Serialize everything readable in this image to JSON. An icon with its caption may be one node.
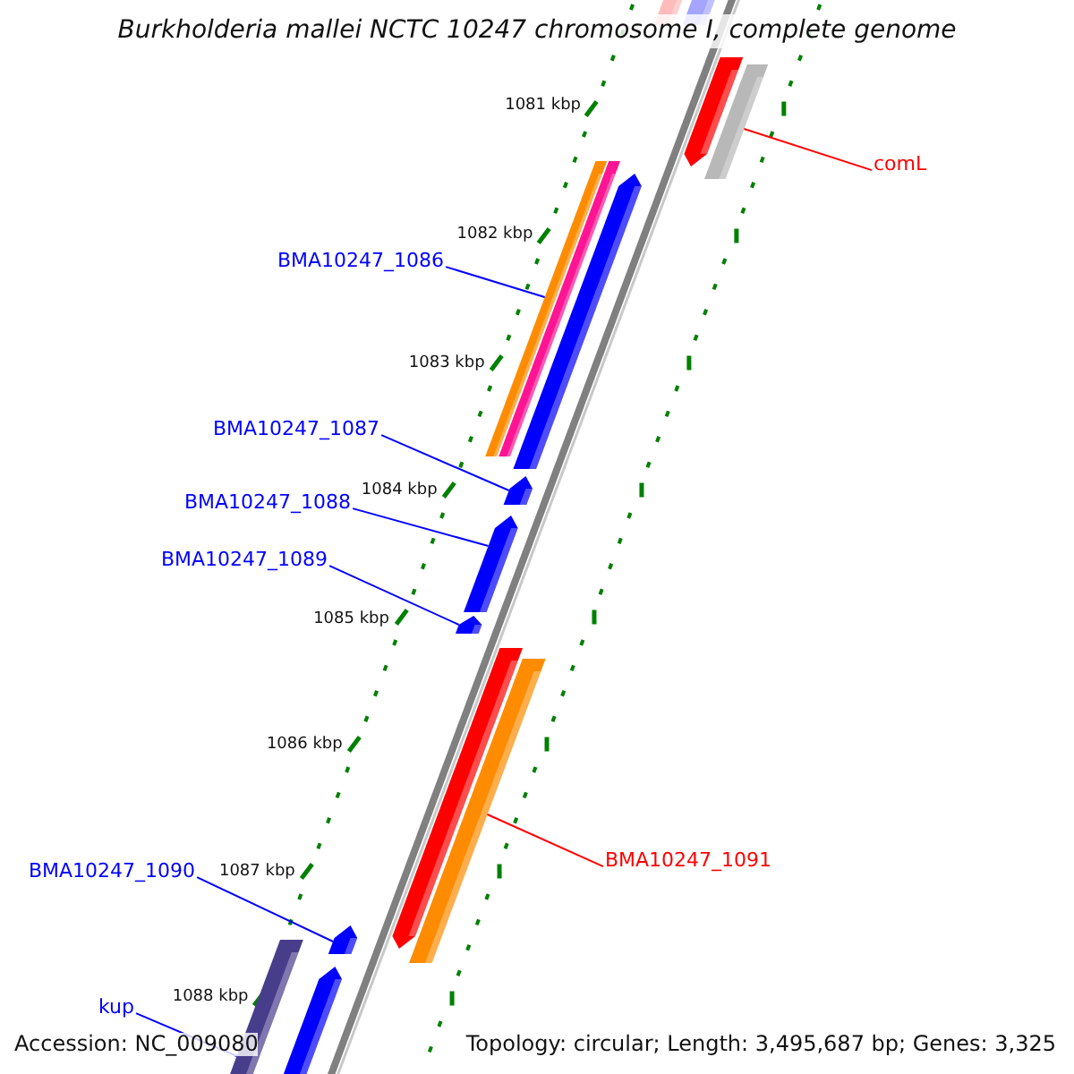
{
  "diagram": {
    "title": "Burkholderia mallei NCTC 10247 chromosome I, complete genome",
    "nodes": [
      {
        "text": [
          "comL"
        ]
      },
      {
        "text": [],
        "shape": "bar"
      },
      {
        "text": [
          "BMA10247_1086"
        ]
      },
      {
        "text": [],
        "shape": "bar"
      },
      {
        "text": [
          "BMA10247_1087"
        ]
      },
      {
        "text": [],
        "shape": "bar"
      },
      {
        "text": [
          "BMA10247_1088"
        ]
      },
      {
        "text": [],
        "shape": "bar"
      },
      {
        "text": [
          "BMA10247_1089"
        ]
      },
      {
        "text": [],
        "shape": "bar"
      },
      {
        "text": [
          "BMA10247_1090"
        ]
      },
      {
        "text": [],
        "shape": "bar"
      },
      {
        "text": [
          "kup"
        ]
      },
      {
        "text": [],
        "shape": "bar"
      },
      {
        "text": [
          "BMA10247_1091"
        ]
      },
      {
        "text": [],
        "shape": "bar"
      }
    ],
    "edges": [
      {
        "from": 0,
        "to": 1,
        "arrow": "none",
        "color": "#ff0000"
      },
      {
        "from": 2,
        "to": 3,
        "arrow": "none"
      },
      {
        "from": 4,
        "to": 5,
        "arrow": "none"
      },
      {
        "from": 6,
        "to": 7,
        "arrow": "none"
      },
      {
        "from": 8,
        "to": 9,
        "arrow": "none"
      },
      {
        "from": 10,
        "to": 11,
        "arrow": "none"
      },
      {
        "from": 12,
        "to": 13,
        "arrow": "none"
      },
      {
        "from": 14,
        "to": 15,
        "arrow": "none",
        "color": "#ff0000"
      }
    ],
    "labels": [
      "1081 kbp",
      "1082 kbp",
      "1083 kbp",
      "1084 kbp",
      "1085 kbp",
      "1086 kbp",
      "1087 kbp",
      "1088 kbp",
      "Accession: NC_009080",
      "Topology: circular; Length: 3,495,687 bp; Genes: 3,325"
    ]
  }
}
